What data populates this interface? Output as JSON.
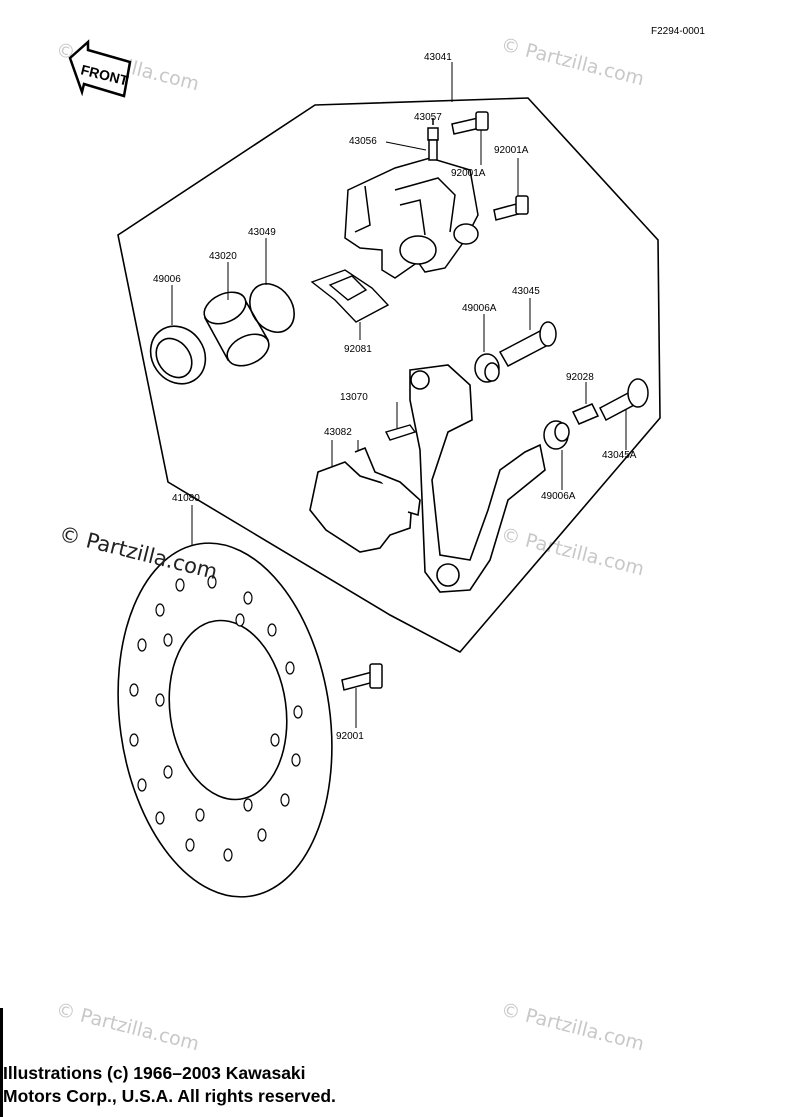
{
  "figure_code": "F2294-0001",
  "front_label": "FRONT",
  "watermark": "© Partzilla.com",
  "copyright": {
    "line1": "Illustrations (c) 1966–2003 Kawasaki",
    "line2": "Motors Corp., U.S.A.  All rights reserved."
  },
  "parts": {
    "p43041": "43041",
    "p43057": "43057",
    "p43056": "43056",
    "p92001A_top": "92001A",
    "p92001A_bolt": "92001A",
    "p43049": "43049",
    "p43020": "43020",
    "p49006": "49006",
    "p43045": "43045",
    "p49006A_top": "49006A",
    "p92081": "92081",
    "p92028": "92028",
    "p13070": "13070",
    "p43082": "43082",
    "p43045A": "43045A",
    "p49006A_bottom": "49006A",
    "p41080": "41080",
    "p92001": "92001"
  }
}
